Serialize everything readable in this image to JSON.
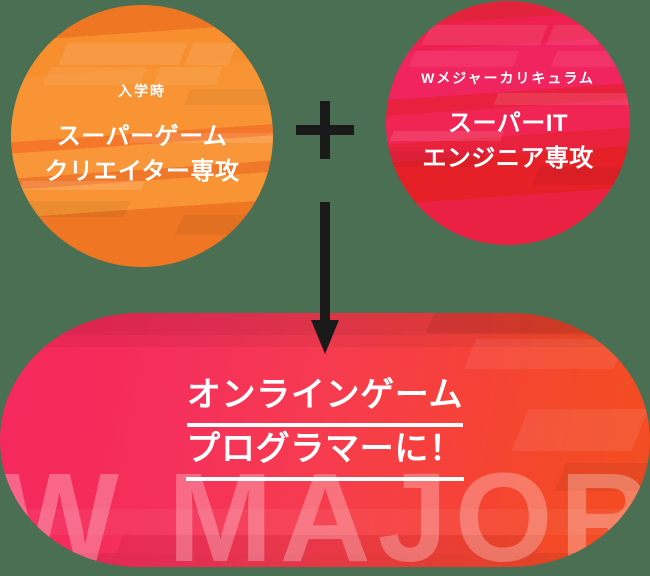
{
  "background_color": "#4a6f52",
  "left_circle": {
    "name": "super-game-creator-major",
    "eyebrow": "入学時",
    "title": "スーパーゲーム\nクリエイター専攻",
    "color_start": "#f89434",
    "color_end": "#ef7623"
  },
  "operator": {
    "symbol": "+",
    "name": "plus-sign",
    "color": "#1a1a1a"
  },
  "right_circle": {
    "name": "super-it-engineer-major",
    "eyebrow": "Wメジャーカリキュラム",
    "title": "スーパーIT\nエンジニア専攻",
    "color_start": "#f0245f",
    "color_end": "#e52027"
  },
  "arrow": {
    "name": "down-arrow",
    "direction": "down",
    "color": "#1a1a1a"
  },
  "result_panel": {
    "name": "result-banner",
    "lines": [
      "オンラインゲーム",
      "プログラマーに！"
    ],
    "watermark": "W MAJOR",
    "gradient_start": "#f5285e",
    "gradient_end": "#f24e23",
    "text_color": "#ffffff"
  }
}
